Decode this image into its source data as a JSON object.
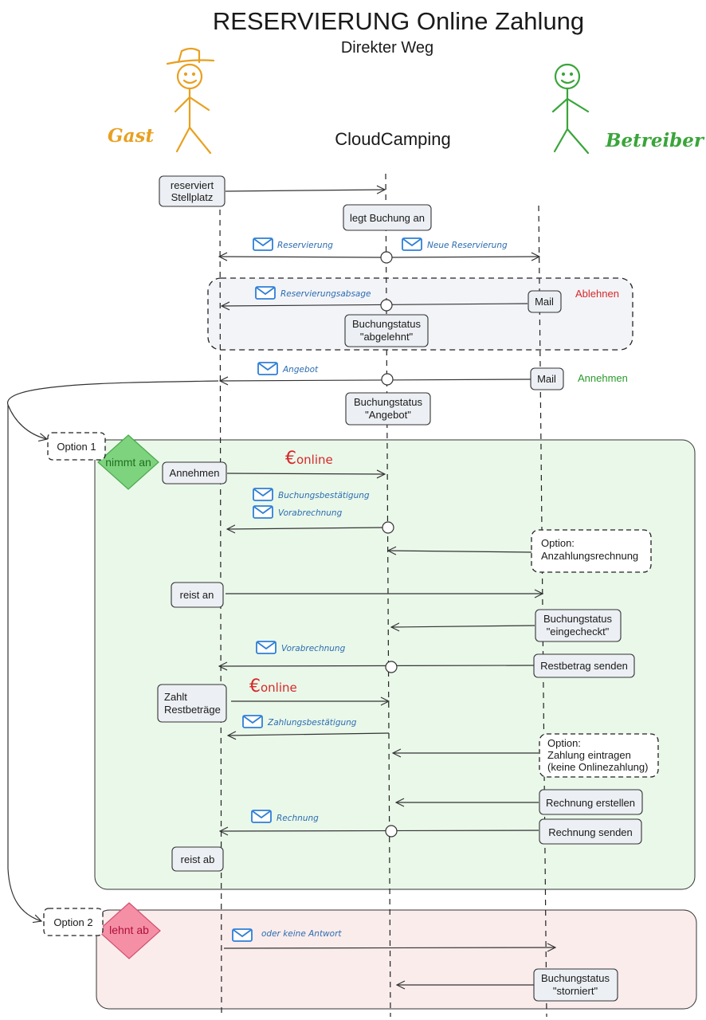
{
  "header": {
    "title": "RESERVIERUNG Online Zahlung",
    "subtitle": "Direkter Weg"
  },
  "actors": {
    "guest": "Gast",
    "system": "CloudCamping",
    "operator": "Betreiber"
  },
  "labels": {
    "ablehnen": "Ablehnen",
    "annehmen": "Annehmen",
    "option1": "Option 1",
    "option2": "Option 2",
    "nimmt_an": "nimmt an",
    "lehnt_ab": "lehnt ab"
  },
  "messages": {
    "reservierung": "Reservierung",
    "neue_reservierung": "Neue Reservierung",
    "reservierungsabsage": "Reservierungsabsage",
    "angebot": "Angebot",
    "euro_symbol": "€",
    "online": "online",
    "buchungsbestaetigung": "Buchungsbestätigung",
    "vorabrechnung": "Vorabrechnung",
    "zahlungsbestaetigung": "Zahlungsbestätigung",
    "rechnung": "Rechnung",
    "oder_keine_antwort": "oder keine Antwort"
  },
  "boxes": {
    "reserviert_1": "reserviert",
    "reserviert_2": "Stellplatz",
    "legt_buchung_an": "legt Buchung an",
    "mail": "Mail",
    "buchungsstatus": "Buchungstatus",
    "status_abgelehnt": "\"abgelehnt\"",
    "status_angebot": "\"Angebot\"",
    "annehmen": "Annehmen",
    "option": "Option:",
    "anzahlungsrechnung": "Anzahlungsrechnung",
    "reist_an": "reist an",
    "status_eingecheckt": "\"eingecheckt\"",
    "restbetrag_senden": "Restbetrag senden",
    "zahlt_1": "Zahlt",
    "zahlt_2": "Restbeträge",
    "zahlung_eintragen": "Zahlung eintragen",
    "keine_onlinezahlung": "(keine Onlinezahlung)",
    "rechnung_erstellen": "Rechnung erstellen",
    "rechnung_senden": "Rechnung senden",
    "reist_ab": "reist ab",
    "status_storniert": "\"storniert\""
  }
}
